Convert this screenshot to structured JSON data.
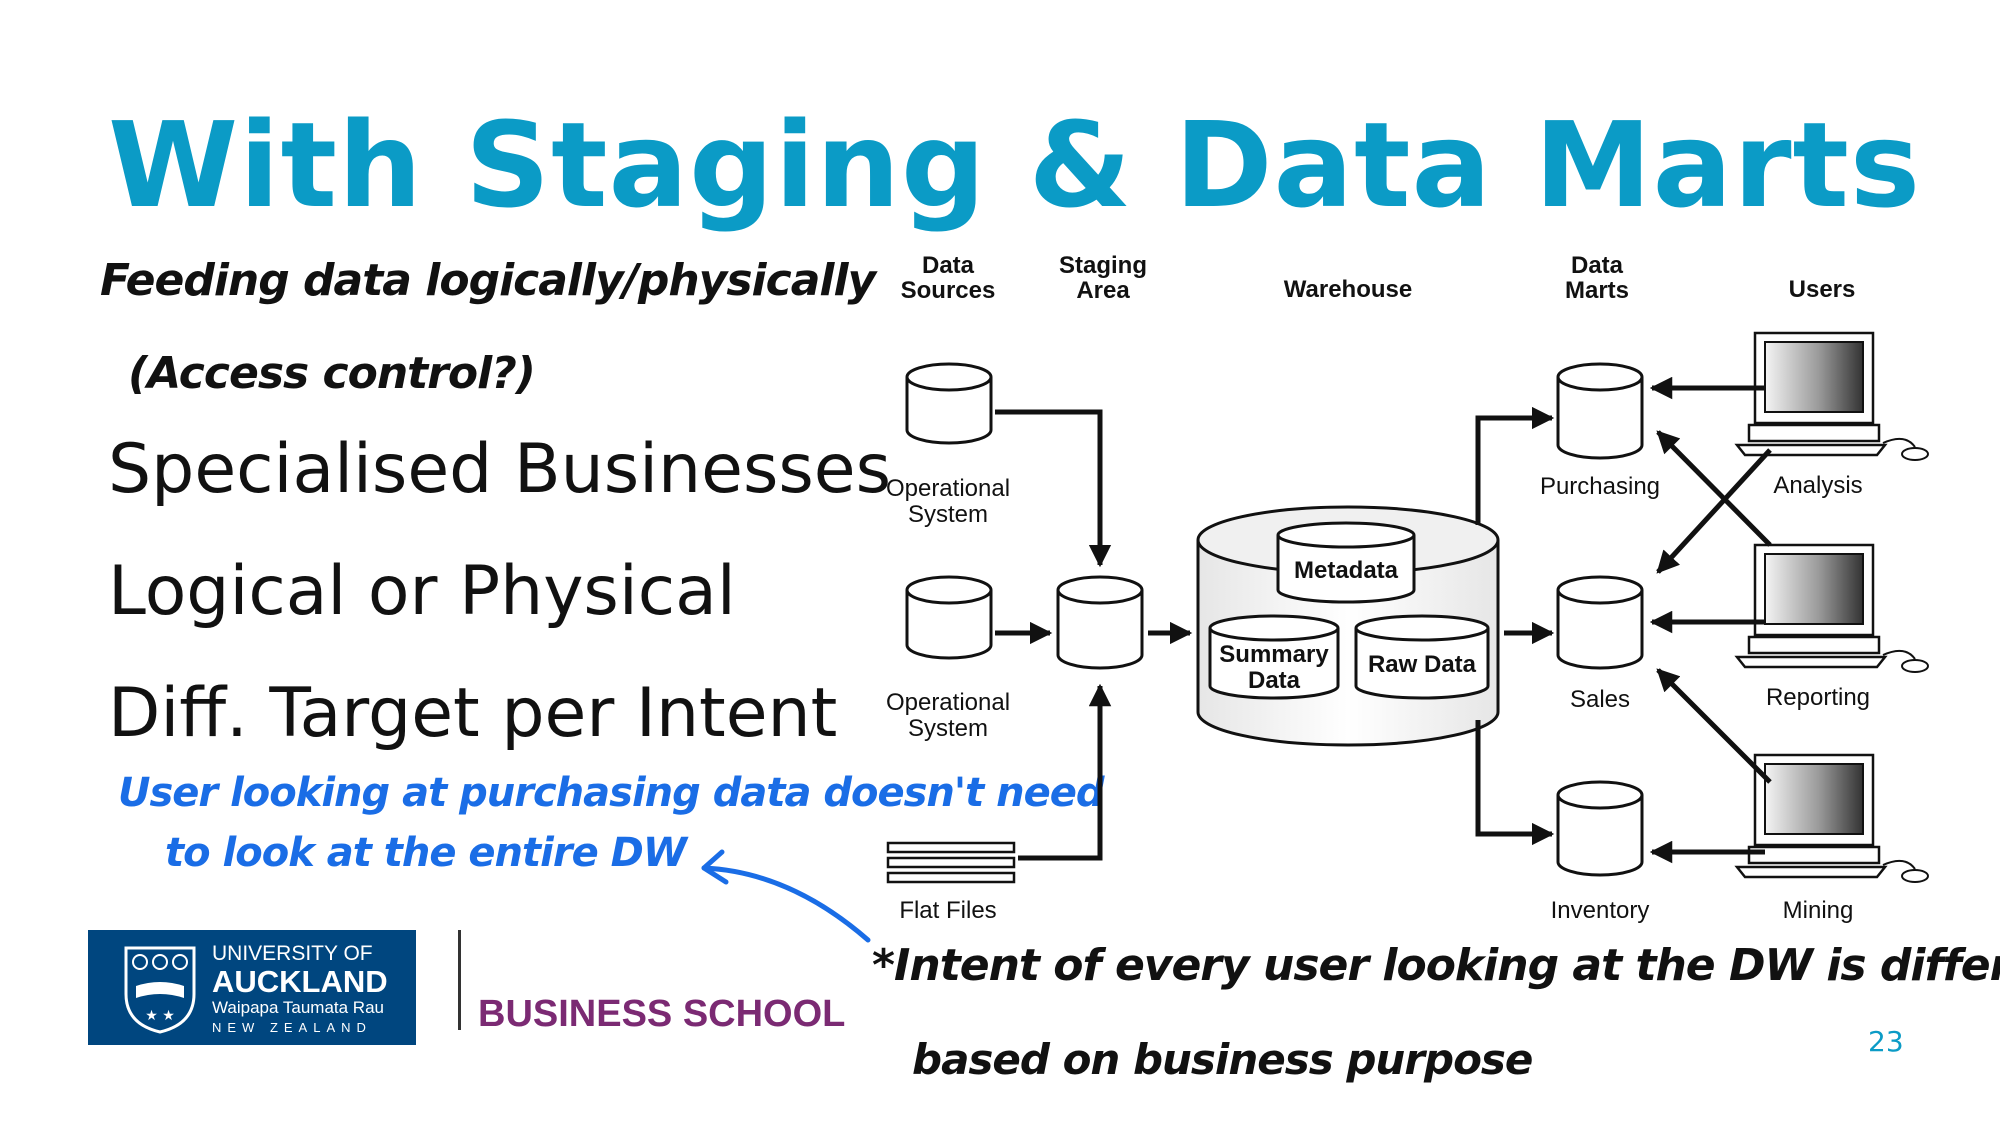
{
  "slide": {
    "title": "With Staging & Data Marts",
    "bullets": [
      "Specialised Businesses",
      "Logical or Physical",
      "Diff. Target per Intent"
    ],
    "page_number": "23"
  },
  "annotations": {
    "note_feeding_1": "Feeding data logically/physically",
    "note_feeding_2": "(Access control?)",
    "note_user_1": "User looking at purchasing data doesn't need",
    "note_user_2": "to look at the entire DW",
    "note_intent_1": "*Intent of every user looking at the DW is different",
    "note_intent_2": "based on business purpose"
  },
  "logo": {
    "line1": "UNIVERSITY OF",
    "line2": "AUCKLAND",
    "line3": "Waipapa Taumata Rau",
    "line4": "NEW ZEALAND",
    "school": "BUSINESS SCHOOL",
    "colors": {
      "navy": "#00467f",
      "purple": "#7b2a73"
    }
  },
  "diagram": {
    "headers": {
      "sources_1": "Data",
      "sources_2": "Sources",
      "staging_1": "Staging",
      "staging_2": "Area",
      "warehouse": "Warehouse",
      "marts_1": "Data",
      "marts_2": "Marts",
      "users": "Users"
    },
    "sources": {
      "op1_line1": "Operational",
      "op1_line2": "System",
      "op2_line1": "Operational",
      "op2_line2": "System",
      "flat": "Flat Files"
    },
    "warehouse": {
      "metadata": "Metadata",
      "summary_1": "Summary",
      "summary_2": "Data",
      "raw": "Raw Data"
    },
    "marts": [
      "Purchasing",
      "Sales",
      "Inventory"
    ],
    "users": [
      "Analysis",
      "Reporting",
      "Mining"
    ]
  },
  "colors": {
    "title": "#0b9bc6",
    "hand_blue": "#1a6de6",
    "hand_black": "#111111"
  }
}
